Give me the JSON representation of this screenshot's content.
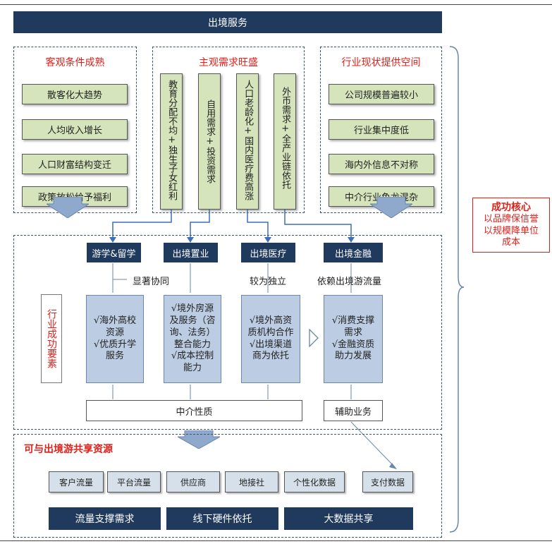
{
  "header": {
    "title": "出境服务"
  },
  "objective": {
    "title": "客观条件成熟",
    "items": [
      "散客化大趋势",
      "人均收入增长",
      "人口财富结构变迁",
      "政策放松给予福利"
    ]
  },
  "subjective": {
    "title": "主观需求旺盛",
    "items": [
      "教育分配不均+独生子女红利",
      "自用需求+投资需求",
      "人口老龄化+国内医疗费高涨",
      "外币需求+全产业链依托"
    ]
  },
  "industry": {
    "title": "行业现状提供空间",
    "items": [
      "公司规模普遍较小",
      "行业集中度低",
      "海内外信息不对称",
      "中介行业鱼龙混杂"
    ]
  },
  "core": {
    "title": "成功核心",
    "lines": [
      "以品牌保信誉",
      "以规模降单位",
      "成本"
    ]
  },
  "factors": {
    "side_label": "行业成功要素",
    "services": [
      "游学&留学",
      "出境置业",
      "出境医疗",
      "出境金融"
    ],
    "notes": [
      "显著协同",
      "较为独立",
      "依赖出境游流量"
    ],
    "details": [
      [
        "√海外高校",
        "资源",
        "√优质升学",
        "服务"
      ],
      [
        "√境外房源",
        "及服务（咨",
        "询、法务）",
        "整合能力",
        "√成本控制",
        "能力"
      ],
      [
        "√境外高资",
        "质机构合作",
        "√出境渠道",
        "商为依托"
      ],
      [
        "√消费支撑",
        "需求",
        "√金融资质",
        "助力发展"
      ]
    ],
    "intermediary": "中介性质",
    "auxiliary": "辅助业务"
  },
  "shared": {
    "title": "可与出境游共享资源",
    "resources": [
      "客户流量",
      "平台流量",
      "供应商",
      "地接社",
      "个性化数据",
      "支付数据"
    ],
    "groups": [
      "流量支撑需求",
      "线下硬件依托",
      "大数据共享"
    ]
  }
}
